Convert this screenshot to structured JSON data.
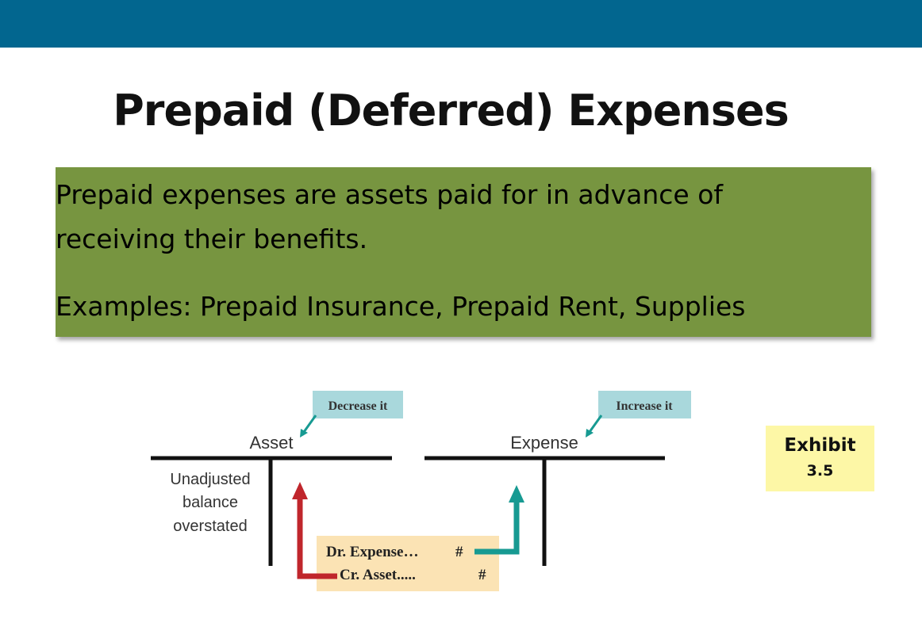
{
  "slide": {
    "title": "Prepaid (Deferred) Expenses",
    "definition_line1": "Prepaid expenses are assets paid for in advance of",
    "definition_line2": "receiving their benefits.",
    "examples": "Examples: Prepaid Insurance, Prepaid Rent, Supplies"
  },
  "exhibit": {
    "line1": "Exhibit",
    "line2": "3.5"
  },
  "diagram": {
    "asset_account": "Asset",
    "expense_account": "Expense",
    "decrease_callout": "Decrease it",
    "increase_callout": "Increase it",
    "unadjusted_line1": "Unadjusted",
    "unadjusted_line2": "balance",
    "unadjusted_line3": "overstated",
    "journal_debit": "Dr. Expense…",
    "journal_debit_amount": "#",
    "journal_credit": "Cr. Asset.....",
    "journal_credit_amount": "#"
  },
  "colors": {
    "header_bar": "#02668f",
    "definition_box": "#779540",
    "exhibit_box": "#fdf7a6",
    "callout": "#a9d8dc",
    "journal_box": "#fbe3b4",
    "asset_arrow": "#c0262c",
    "expense_arrow": "#179a92"
  }
}
